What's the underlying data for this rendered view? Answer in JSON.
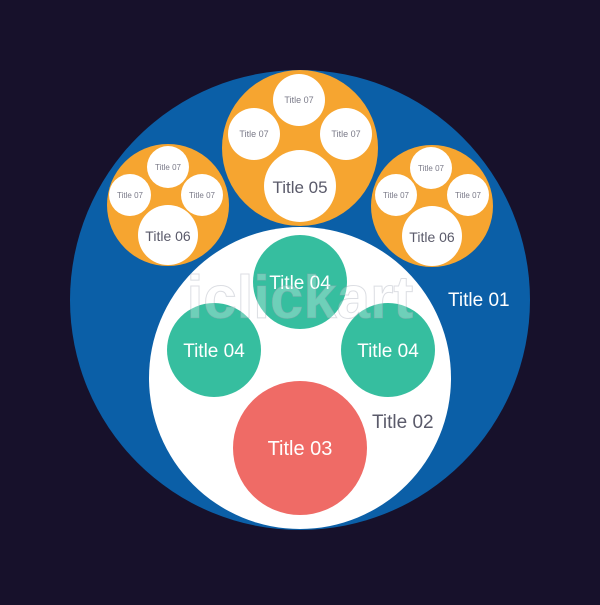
{
  "colors": {
    "background": "#17112b",
    "outer_circle": "#0b5fa7",
    "inner_circle": "#ffffff",
    "orange": "#f6a530",
    "teal": "#36be9f",
    "coral": "#ef6b66",
    "small_circle": "#ffffff",
    "label_light": "#ffffff",
    "label_dark": "#5a5a6a"
  },
  "diagram": {
    "outer_label": "Title 01",
    "inner_label": "Title 02",
    "core_label": "Title 03",
    "teal_labels": [
      "Title 04",
      "Title 04",
      "Title 04"
    ],
    "orange_groups": [
      {
        "center_label": "Title 06",
        "small_labels": [
          "Title 07",
          "Title 07",
          "Title 07"
        ]
      },
      {
        "center_label": "Title 05",
        "small_labels": [
          "Title 07",
          "Title 07",
          "Title 07"
        ]
      },
      {
        "center_label": "Title 06",
        "small_labels": [
          "Title 07",
          "Title 07",
          "Title 07"
        ]
      }
    ]
  },
  "watermark": "iclickart"
}
